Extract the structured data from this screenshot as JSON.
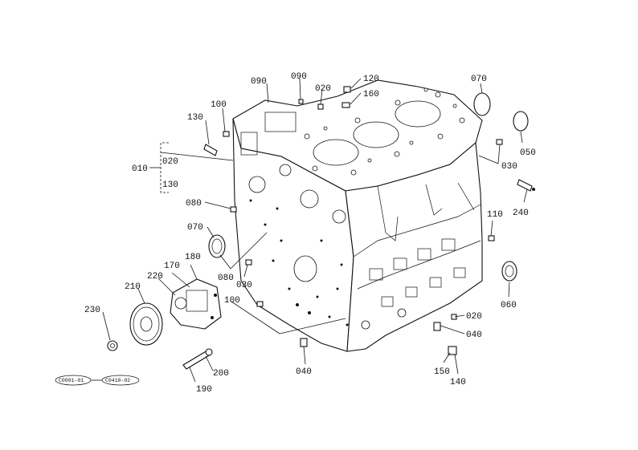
{
  "diagram": {
    "part_labels": {
      "p090": "090",
      "p090b": "090",
      "p020a": "020",
      "p120": "120",
      "p160": "160",
      "p100a": "100",
      "p130a": "130",
      "p010": "010",
      "p020b": "020",
      "p130b": "130",
      "p080a": "080",
      "p070a": "070",
      "p080b": "080",
      "p030a": "030",
      "p070b": "070",
      "p050": "050",
      "p030b": "030",
      "p240": "240",
      "p110": "110",
      "p060": "060",
      "p020c": "020",
      "p040a": "040",
      "p040b": "040",
      "p150": "150",
      "p140": "140",
      "p180": "180",
      "p170": "170",
      "p220": "220",
      "p210": "210",
      "p230": "230",
      "p100b": "100",
      "p200": "200",
      "p190": "190"
    },
    "reference_codes": {
      "left": "C0001-01",
      "right": "C0410-02"
    }
  }
}
